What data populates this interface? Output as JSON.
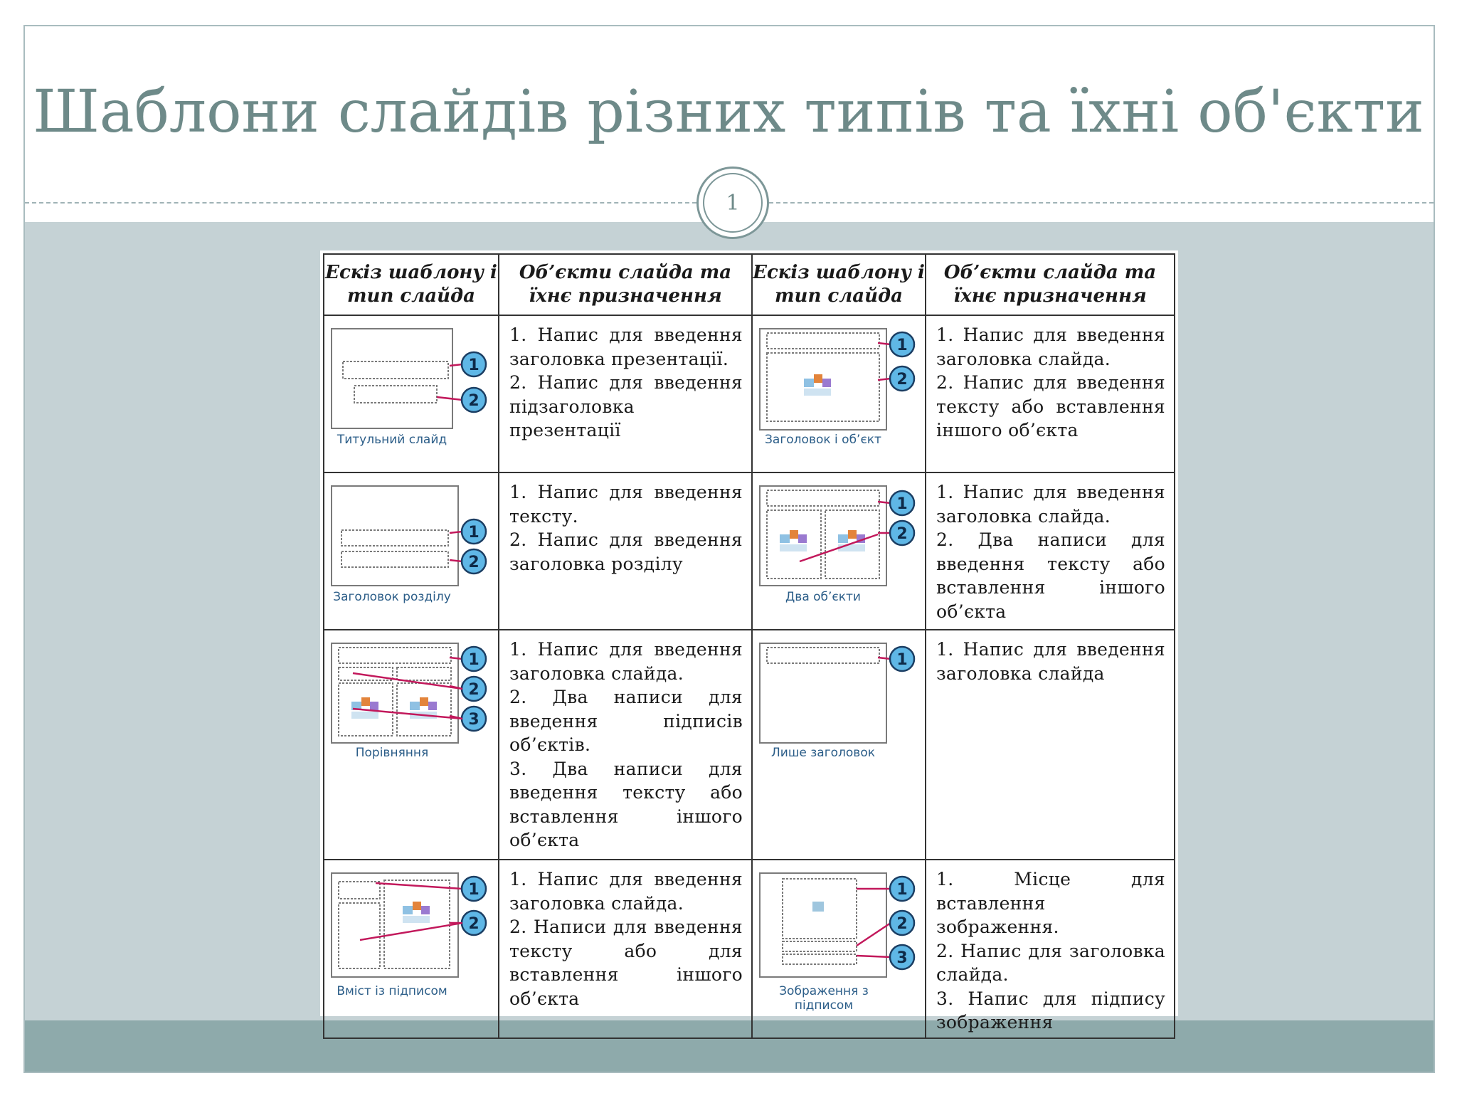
{
  "slide": {
    "title": "Шаблони слайдів різних типів та їхні об'єкти",
    "number": "1"
  },
  "table": {
    "headers": [
      "Ескіз шаблону і тип слайда",
      "Об’єкти слайда та їхнє призначення",
      "Ескіз шаблону і тип слайда",
      "Об’єкти слайда та їхнє призначення"
    ],
    "rows": [
      {
        "left_caption": "Титульний слайд",
        "left_desc": [
          "1. Напис для введення заголовка презентації.",
          "2. Напис для введення підзаголовка презентації"
        ],
        "right_caption": "Заголовок і об’єкт",
        "right_desc": [
          "1. Напис для введення заголовка слайда.",
          "2. Напис для введення тексту або вставлення іншого об’єкта"
        ]
      },
      {
        "left_caption": "Заголовок розділу",
        "left_desc": [
          "1. Напис для введення тексту.",
          "2. Напис для введення заголовка розділу"
        ],
        "right_caption": "Два об’єкти",
        "right_desc": [
          "1. Напис для введення заголовка слайда.",
          "2. Два написи для введення тексту або вставлення іншого об’єкта"
        ]
      },
      {
        "left_caption": "Порівняння",
        "left_desc": [
          "1. Напис для введення заголовка слайда.",
          "2. Два написи для введення підписів об’єктів.",
          "3. Два написи для введення тексту або вставлення іншого об’єкта"
        ],
        "right_caption": "Лише заголовок",
        "right_desc": [
          "1. Напис для введення заголовка слайда"
        ]
      },
      {
        "left_caption": "Вміст із підписом",
        "left_desc": [
          "1. Напис для введення заголовка слайда.",
          "2. Написи для введення тексту або для вставлення іншого об’єкта"
        ],
        "right_caption": "Зображення з підписом",
        "right_desc": [
          "1. Місце для вставлення зображення.",
          "2. Напис для заголовка слайда.",
          "3. Напис для підпису зображення"
        ]
      }
    ],
    "marker_labels": [
      "1",
      "2",
      "3"
    ]
  },
  "colors": {
    "title": "#6e8a89",
    "content_band": "#c5d2d5",
    "bottom_band": "#8eaaab",
    "marker_fill": "#5fb7e6",
    "marker_line": "#c2185b",
    "caption": "#2b5d88"
  },
  "icons": [
    "picture-placeholder-icon",
    "numbered-marker-icon"
  ]
}
